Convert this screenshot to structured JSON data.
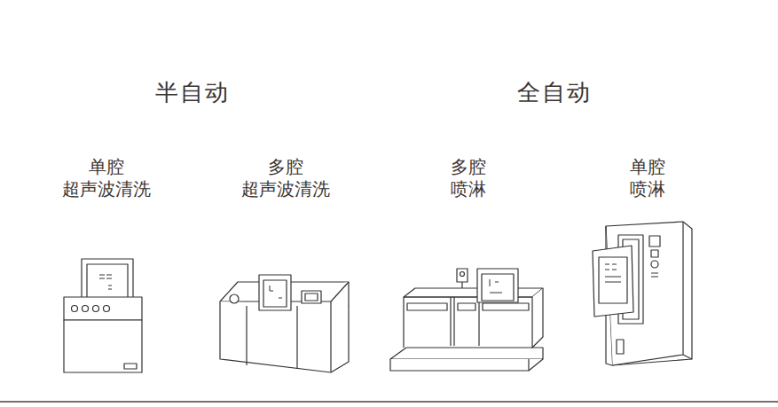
{
  "diagram": {
    "labels": [
      "半自动",
      "全自动",
      "单腔 超声波清洗",
      "多腔 超声波清洗",
      "多腔 喷淋",
      "单腔 喷淋"
    ]
  }
}
